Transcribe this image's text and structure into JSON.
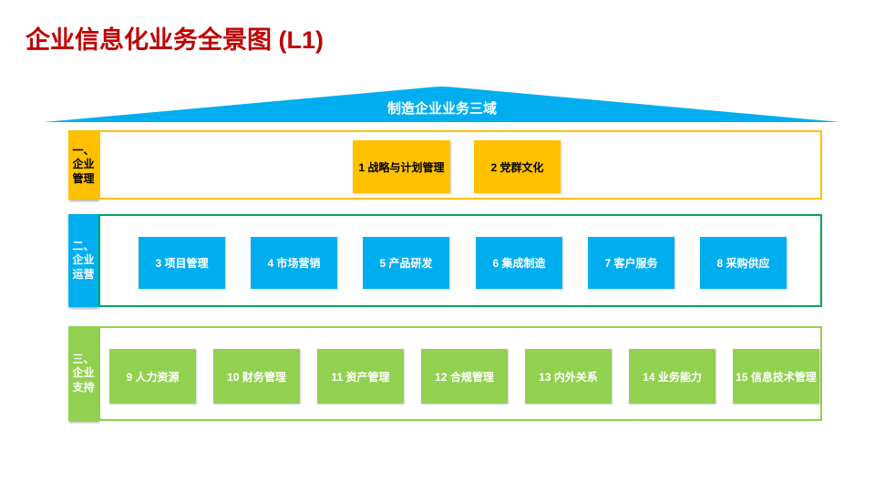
{
  "title": "企业信息化业务全景图 (L1)",
  "roof": {
    "label": "制造企业业务三域"
  },
  "palette": {
    "title_red": "#C00000",
    "gold": "#FFC000",
    "blue": "#00AEEF",
    "green_border": "#00A651",
    "light_green": "#92D050",
    "background": "#FFFFFF"
  },
  "bands": [
    {
      "name": "企业管理",
      "label_lines": [
        "一、",
        "企业",
        "管理"
      ],
      "color": "#FFC000",
      "boxes": [
        {
          "label": "1 战略与计划管理"
        },
        {
          "label": "2 党群文化"
        }
      ]
    },
    {
      "name": "企业运营",
      "label_lines": [
        "二、",
        "企业",
        "运营"
      ],
      "color": "#00AEEF",
      "border_color": "#00A651",
      "boxes": [
        {
          "label": "3 项目管理"
        },
        {
          "label": "4 市场营销"
        },
        {
          "label": "5 产品研发"
        },
        {
          "label": "6 集成制造"
        },
        {
          "label": "7 客户服务"
        },
        {
          "label": "8 采购供应"
        }
      ]
    },
    {
      "name": "企业支持",
      "label_lines": [
        "三、",
        "企业",
        "支持"
      ],
      "color": "#92D050",
      "boxes": [
        {
          "label": "9 人力资源"
        },
        {
          "label": "10 财务管理"
        },
        {
          "label": "11 资产管理"
        },
        {
          "label": "12 合规管理"
        },
        {
          "label": "13 内外关系"
        },
        {
          "label": "14 业务能力"
        },
        {
          "label": "15 信息技术管理"
        }
      ]
    }
  ]
}
